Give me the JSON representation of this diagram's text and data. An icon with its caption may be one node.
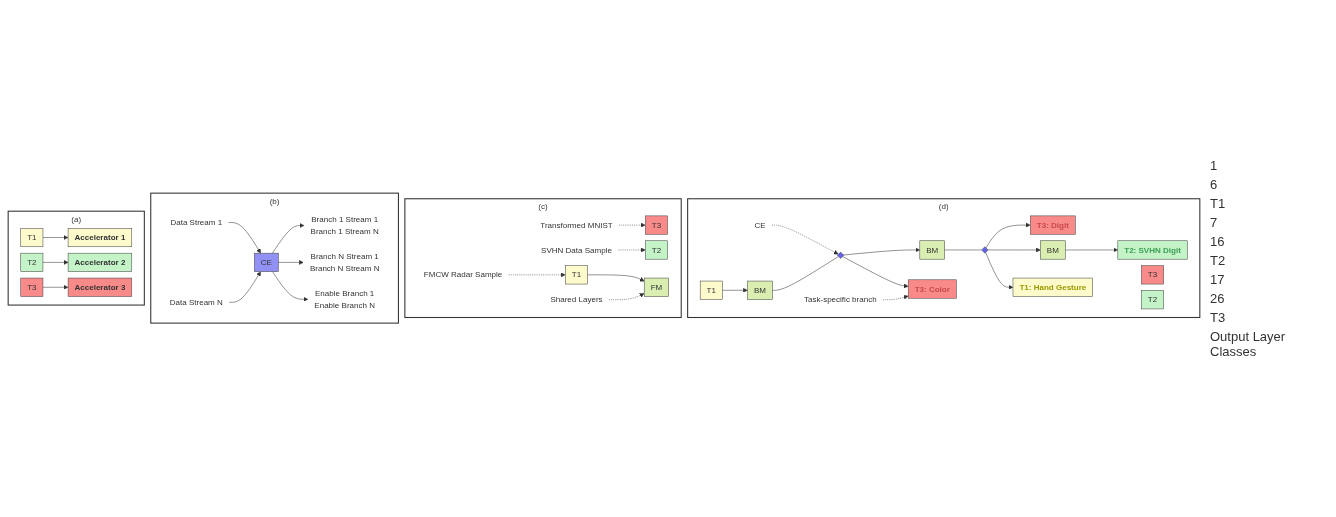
{
  "diagram": {
    "nodes": [
      {
        "text": [
          "(a)"
        ]
      },
      {
        "text": [
          "T1"
        ],
        "in": 0
      },
      {
        "text": [
          "Accelerator 1"
        ],
        "in": 0
      },
      {
        "text": [
          "T2"
        ],
        "in": 0
      },
      {
        "text": [
          "Accelerator 2"
        ],
        "in": 0
      },
      {
        "text": [
          "T3"
        ],
        "in": 0
      },
      {
        "text": [
          "Accelerator 3"
        ],
        "in": 0
      },
      {
        "text": [
          "(b)"
        ]
      },
      {
        "text": [
          "Data Stream 1"
        ],
        "in": 7
      },
      {
        "text": [
          "Data Stream N"
        ],
        "in": 7
      },
      {
        "text": [
          "CE"
        ],
        "in": 7
      },
      {
        "text": [
          "Branch 1 Stream 1",
          "Branch 1 Stream N"
        ],
        "in": 7
      },
      {
        "text": [
          "Branch N Stream 1",
          "Branch N Stream N"
        ],
        "in": 7
      },
      {
        "text": [
          "Enable Branch 1",
          "Enable Branch N"
        ],
        "in": 7
      },
      {
        "text": [
          "(c)"
        ]
      },
      {
        "text": [
          "Transformed MNIST"
        ],
        "in": 14
      },
      {
        "text": [
          "T3"
        ],
        "in": 14
      },
      {
        "text": [
          "SVHN Data Sample"
        ],
        "in": 14
      },
      {
        "text": [
          "T2"
        ],
        "in": 14
      },
      {
        "text": [
          "FMCW Radar Sample"
        ],
        "in": 14
      },
      {
        "text": [
          "T1"
        ],
        "in": 14
      },
      {
        "text": [
          "FM"
        ],
        "in": 14
      },
      {
        "text": [
          "Shared Layers"
        ],
        "in": 14
      },
      {
        "text": [
          "(d)"
        ]
      },
      {
        "text": [
          "CE"
        ],
        "in": 23
      },
      {
        "text": [
          "T3"
        ],
        "in": 23
      },
      {
        "text": [
          "T2"
        ],
        "in": 23
      },
      {
        "text": [
          "T1"
        ],
        "in": 23
      },
      {
        "text": [
          "BM"
        ],
        "in": 23
      },
      {
        "text": [],
        "shape": "diamond",
        "in": 23
      },
      {
        "text": [
          "BM"
        ],
        "in": 23
      },
      {
        "text": [],
        "shape": "diamond",
        "in": 23
      },
      {
        "text": [
          "BM"
        ],
        "in": 23
      },
      {
        "text": [
          "T3: Color"
        ],
        "in": 23
      },
      {
        "text": [
          "Task-specific branch"
        ],
        "in": 23
      },
      {
        "text": [
          "T3: Digit"
        ],
        "in": 23
      },
      {
        "text": [
          "T2: SVHN Digit"
        ],
        "in": 23
      },
      {
        "text": [
          "T1: Hand Gesture"
        ],
        "in": 23
      }
    ],
    "edges": [
      {
        "from": 1,
        "to": 2,
        "arrow": "to"
      },
      {
        "from": 3,
        "to": 4,
        "arrow": "to"
      },
      {
        "from": 5,
        "to": 6,
        "arrow": "to"
      },
      {
        "from": 8,
        "to": 10,
        "arrow": "to"
      },
      {
        "from": 9,
        "to": 10,
        "arrow": "to"
      },
      {
        "from": 10,
        "to": 11,
        "arrow": "to"
      },
      {
        "from": 10,
        "to": 12,
        "arrow": "to"
      },
      {
        "from": 10,
        "to": 13,
        "arrow": "to"
      },
      {
        "from": 15,
        "to": 16,
        "arrow": "to",
        "style": "dashed"
      },
      {
        "from": 17,
        "to": 18,
        "arrow": "to",
        "style": "dashed"
      },
      {
        "from": 19,
        "to": 20,
        "arrow": "to",
        "style": "dashed"
      },
      {
        "from": 20,
        "to": 21,
        "arrow": "to"
      },
      {
        "from": 22,
        "to": 21,
        "arrow": "to",
        "style": "dashed"
      },
      {
        "from": 24,
        "to": 29,
        "arrow": "to",
        "style": "dashed"
      },
      {
        "from": 27,
        "to": 28,
        "arrow": "to"
      },
      {
        "from": 28,
        "to": 29,
        "arrow": "none"
      },
      {
        "from": 29,
        "to": 30,
        "arrow": "to"
      },
      {
        "from": 29,
        "to": 33,
        "arrow": "to"
      },
      {
        "from": 34,
        "to": 33,
        "arrow": "to",
        "style": "dashed"
      },
      {
        "from": 30,
        "to": 31,
        "arrow": "none"
      },
      {
        "from": 31,
        "to": 35,
        "arrow": "to"
      },
      {
        "from": 31,
        "to": 32,
        "arrow": "to"
      },
      {
        "from": 32,
        "to": 36,
        "arrow": "to"
      },
      {
        "from": 31,
        "to": 37,
        "arrow": "to"
      }
    ],
    "labels": [
      "1",
      "6",
      "T1",
      "7",
      "16",
      "T2",
      "17",
      "26",
      "T3",
      "Output Layer Classes"
    ]
  }
}
